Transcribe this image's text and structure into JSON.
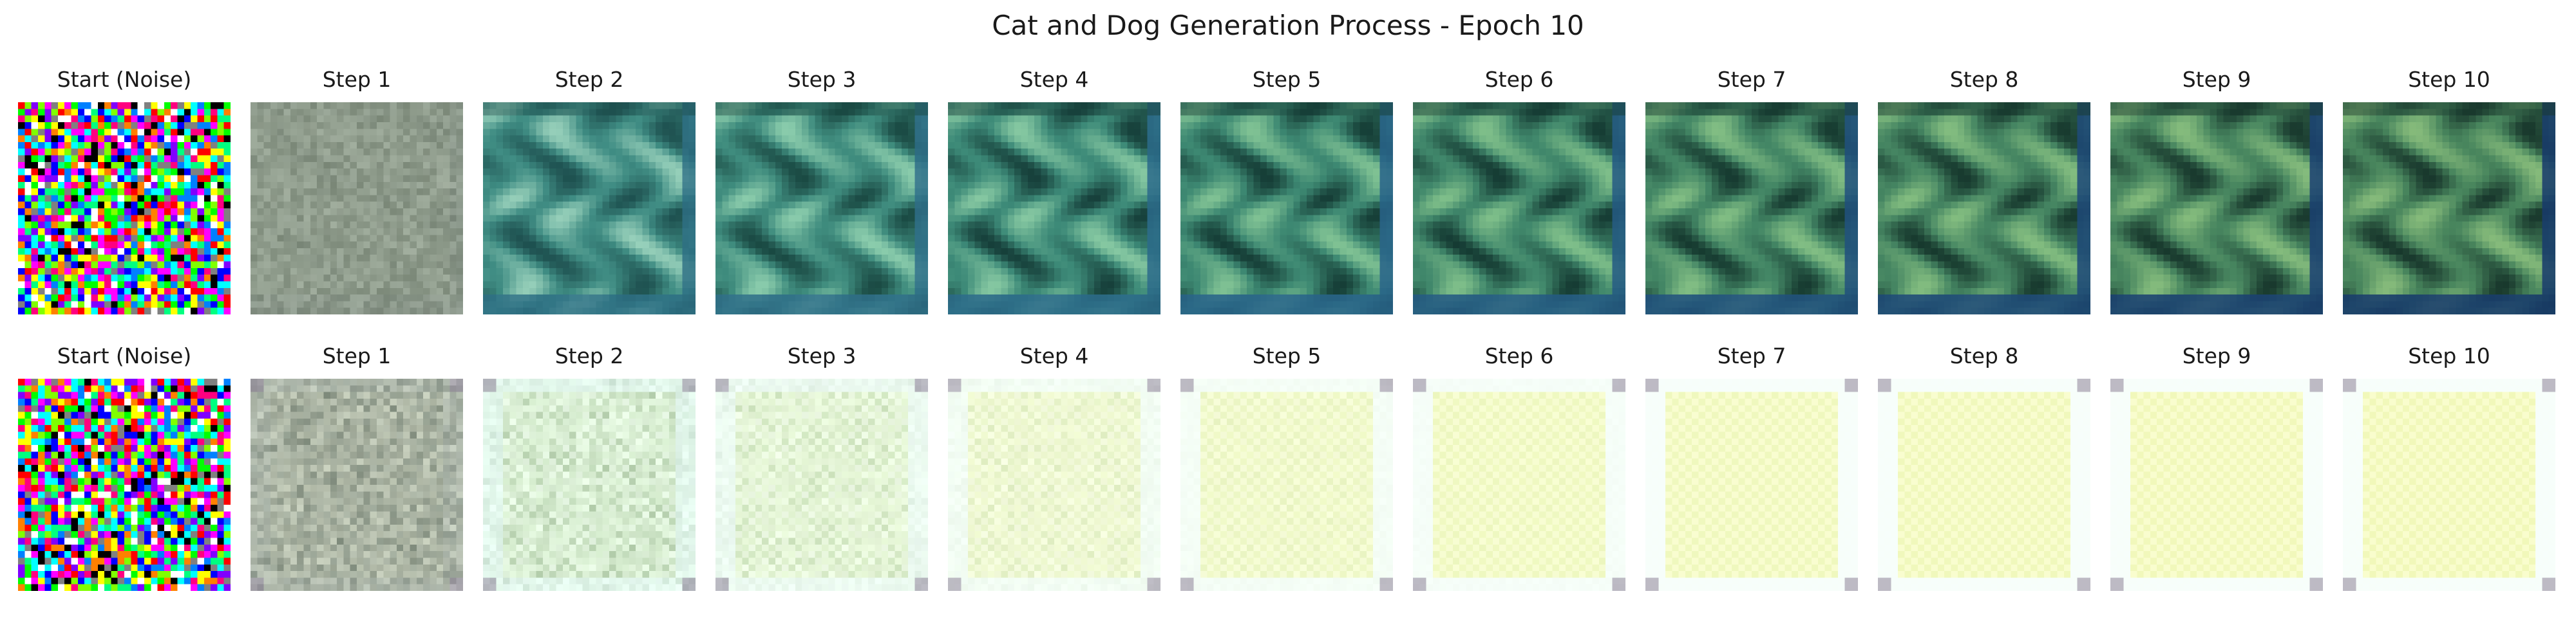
{
  "figure": {
    "title": "Cat and Dog Generation Process - Epoch 10"
  },
  "rows": [
    {
      "panels": [
        {
          "title": "Start (Noise)",
          "kind": "noise",
          "seed": 7
        },
        {
          "title": "Step 1",
          "kind": "pattern",
          "strength": 0.15,
          "palette": {
            "base": "#8e9b8b",
            "light": "#aab5a6",
            "dark": "#6d7a6f",
            "frame": "#7f8a86"
          }
        },
        {
          "title": "Step 2",
          "kind": "pattern",
          "strength": 0.9,
          "palette": {
            "base": "#3f8c83",
            "light": "#9fd6bf",
            "dark": "#1a4a4a",
            "frame": "#2e6f86"
          }
        },
        {
          "title": "Step 3",
          "kind": "pattern",
          "strength": 0.95,
          "palette": {
            "base": "#3f8c7e",
            "light": "#8ecfae",
            "dark": "#184640",
            "frame": "#2f6e8a"
          }
        },
        {
          "title": "Step 4",
          "kind": "pattern",
          "strength": 1.0,
          "palette": {
            "base": "#3d8a78",
            "light": "#86c8a2",
            "dark": "#163f3a",
            "frame": "#2b6a8a"
          }
        },
        {
          "title": "Step 5",
          "kind": "pattern",
          "strength": 1.0,
          "palette": {
            "base": "#3d8872",
            "light": "#80c294",
            "dark": "#153d36",
            "frame": "#28638a"
          }
        },
        {
          "title": "Step 6",
          "kind": "pattern",
          "strength": 1.0,
          "palette": {
            "base": "#40876b",
            "light": "#7fbf8a",
            "dark": "#153b33",
            "frame": "#245a84"
          }
        },
        {
          "title": "Step 7",
          "kind": "pattern",
          "strength": 1.0,
          "palette": {
            "base": "#438665",
            "light": "#82be84",
            "dark": "#163a30",
            "frame": "#20507e"
          }
        },
        {
          "title": "Step 8",
          "kind": "pattern",
          "strength": 1.0,
          "palette": {
            "base": "#458562",
            "light": "#83bd80",
            "dark": "#17392e",
            "frame": "#1d4878"
          }
        },
        {
          "title": "Step 9",
          "kind": "pattern",
          "strength": 1.0,
          "palette": {
            "base": "#47855f",
            "light": "#85bc7d",
            "dark": "#18382d",
            "frame": "#1a4072"
          }
        },
        {
          "title": "Step 10",
          "kind": "pattern",
          "strength": 1.0,
          "palette": {
            "base": "#48855d",
            "light": "#86bb7b",
            "dark": "#18372c",
            "frame": "#173a6c"
          }
        }
      ]
    },
    {
      "panels": [
        {
          "title": "Start (Noise)",
          "kind": "noise",
          "seed": 19
        },
        {
          "title": "Step 1",
          "kind": "grid",
          "strength": 0.2,
          "palette": {
            "base": "#a7b0a0",
            "light": "#c3cbb8",
            "dark": "#7f8c7e",
            "frame": "#b2bcb9"
          }
        },
        {
          "title": "Step 2",
          "kind": "grid",
          "strength": 0.55,
          "palette": {
            "base": "#d6eccf",
            "light": "#f1fff0",
            "dark": "#8fae86",
            "frame": "#e6fbfb"
          }
        },
        {
          "title": "Step 3",
          "kind": "grid",
          "strength": 0.7,
          "palette": {
            "base": "#e3f4d3",
            "light": "#f6fff2",
            "dark": "#a8c797",
            "frame": "#eefcfb"
          }
        },
        {
          "title": "Step 4",
          "kind": "grid",
          "strength": 0.8,
          "palette": {
            "base": "#eef8cf",
            "light": "#fbffee",
            "dark": "#bcd6a2",
            "frame": "#f3fefc"
          }
        },
        {
          "title": "Step 5",
          "kind": "grid",
          "strength": 0.9,
          "palette": {
            "base": "#f1fac9",
            "light": "#fcffe8",
            "dark": "#c8dda6",
            "frame": "#f5fefc"
          }
        },
        {
          "title": "Step 6",
          "kind": "grid",
          "strength": 0.95,
          "palette": {
            "base": "#f3fbc4",
            "light": "#fdffe4",
            "dark": "#cfe2a8",
            "frame": "#f6fefd"
          }
        },
        {
          "title": "Step 7",
          "kind": "grid",
          "strength": 1.0,
          "palette": {
            "base": "#f4fbc1",
            "light": "#feffe2",
            "dark": "#d3e4a9",
            "frame": "#f7fefd"
          }
        },
        {
          "title": "Step 8",
          "kind": "grid",
          "strength": 1.0,
          "palette": {
            "base": "#f4fbbf",
            "light": "#feffe1",
            "dark": "#d4e5a9",
            "frame": "#f7fefd"
          }
        },
        {
          "title": "Step 9",
          "kind": "grid",
          "strength": 1.0,
          "palette": {
            "base": "#f5fbbe",
            "light": "#feffe0",
            "dark": "#d5e6aa",
            "frame": "#f7fefd"
          }
        },
        {
          "title": "Step 10",
          "kind": "grid",
          "strength": 1.0,
          "palette": {
            "base": "#f5fbbd",
            "light": "#feffe0",
            "dark": "#d6e6aa",
            "frame": "#f7fefd"
          }
        }
      ]
    }
  ]
}
